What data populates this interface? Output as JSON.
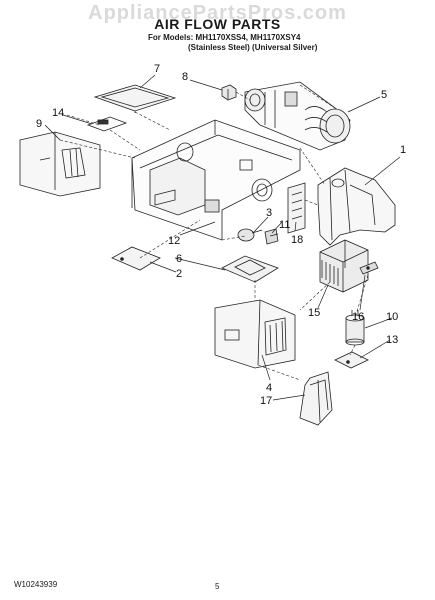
{
  "watermark": "AppliancePartsPros.com",
  "title": "AIR FLOW PARTS",
  "models_line1": "For Models: MH1170XSS4, MH1170XSY4",
  "models_line2": "(Stainless Steel) (Universal Silver)",
  "footer_doc_id": "W10243939",
  "footer_page": "5",
  "callouts": {
    "c1": "1",
    "c2": "2",
    "c3": "3",
    "c4": "4",
    "c5": "5",
    "c6": "6",
    "c7": "7",
    "c8": "8",
    "c9": "9",
    "c10": "10",
    "c11": "11",
    "c12": "12",
    "c13": "13",
    "c14": "14",
    "c15": "15",
    "c16": "16",
    "c17": "17",
    "c18": "18"
  }
}
